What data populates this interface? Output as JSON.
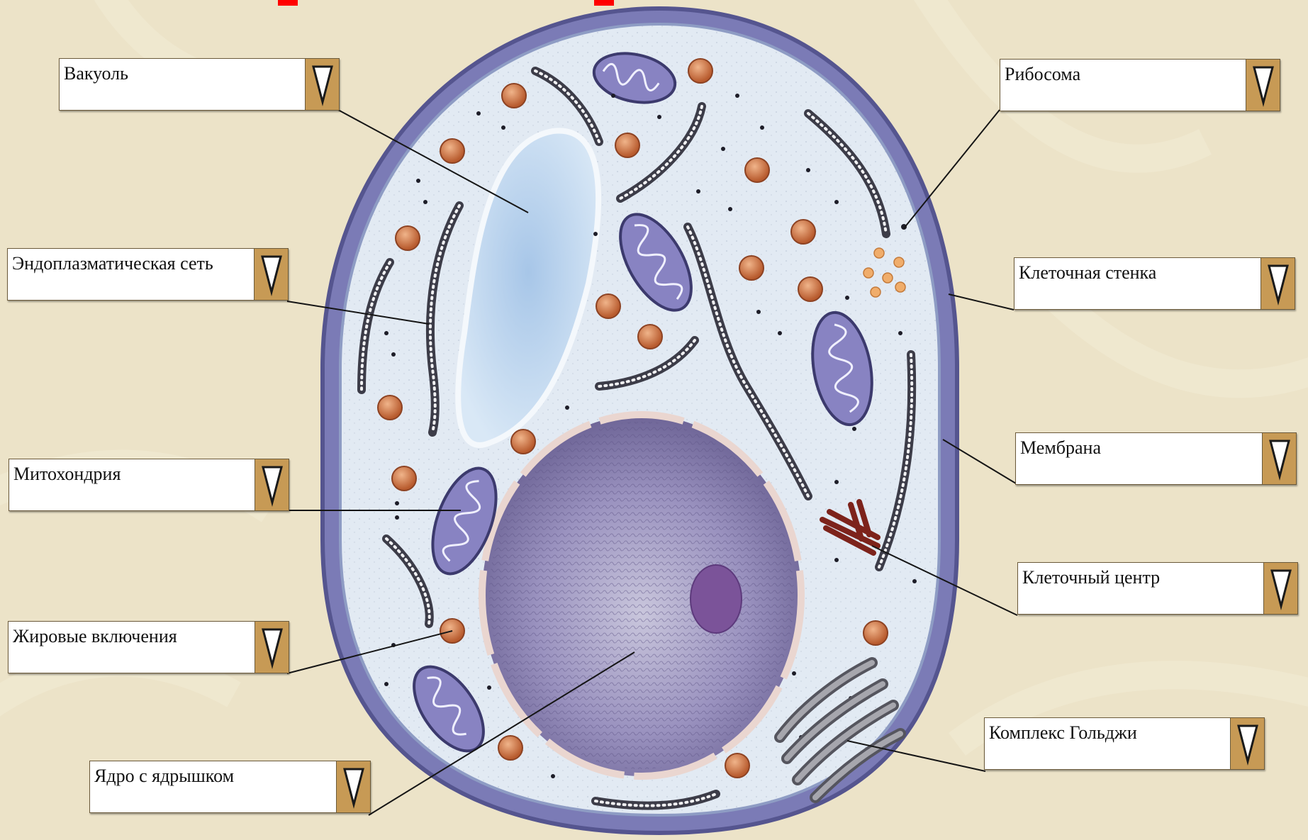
{
  "colors": {
    "background": "#ece3c8",
    "cell_wall": "#6f6fae",
    "cytoplasm": "#dfe7f0",
    "vacuole": "#b8d3ec",
    "nucleus": "#8f86b4",
    "nucleolus": "#7a4f95",
    "mitochondrion": "#8985c4",
    "fat_droplet": "#d4794a",
    "golgi": "#8d8d95",
    "centrosome": "#8a2a22",
    "label_button": "#c79a55",
    "title_mark": "#ff0000"
  },
  "labels": {
    "vacuole": "Вакуоль",
    "er": "Эндоплазматическая сеть",
    "mitochondrion": "Митохондрия",
    "fat": "Жировые включения",
    "nucleus": "Ядро с ядрышком",
    "ribosome": "Рибосома",
    "wall": "Клеточная стенка",
    "membrane": "Мембрана",
    "centrosome": "Клеточный центр",
    "golgi": "Комплекс Гольджи"
  },
  "icons": {
    "dropdown": "triangle-down-icon"
  }
}
